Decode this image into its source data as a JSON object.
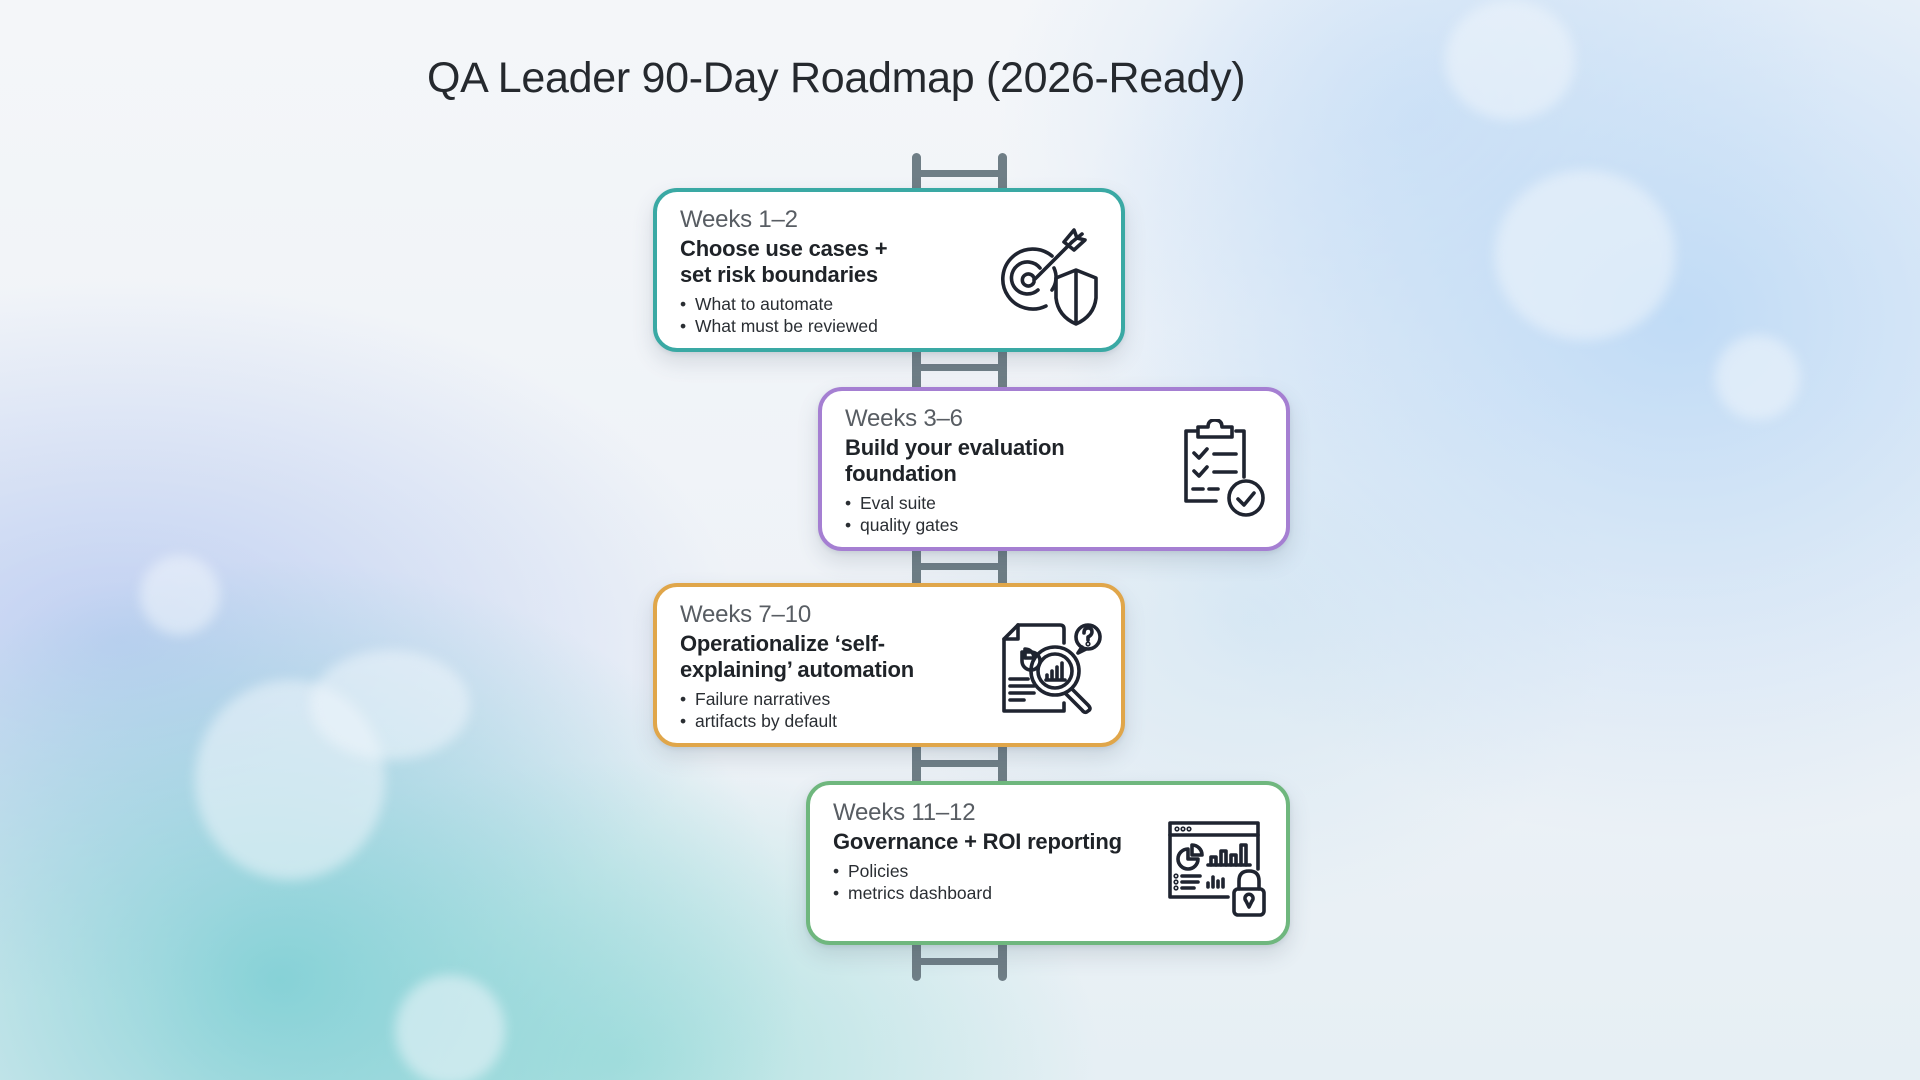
{
  "title": "QA Leader 90-Day Roadmap (2026-Ready)",
  "colors": {
    "teal": "#3aa9a4",
    "purple": "#a57fd2",
    "amber": "#e0a64a",
    "green": "#6fb77e",
    "ladder": "#6f7e86"
  },
  "steps": [
    {
      "weeks": "Weeks 1–2",
      "title_line1": "Choose use cases +",
      "title_line2": "set risk boundaries",
      "bullets": [
        "What to automate",
        "What must be reviewed"
      ],
      "icon": "target-shield-icon",
      "accent": "#3aa9a4"
    },
    {
      "weeks": "Weeks 3–6",
      "title_line1": "Build your evaluation",
      "title_line2": "foundation",
      "bullets": [
        "Eval suite",
        "quality gates"
      ],
      "icon": "clipboard-check-icon",
      "accent": "#a57fd2"
    },
    {
      "weeks": "Weeks 7–10",
      "title_line1": "Operationalize ‘self-",
      "title_line2": "explaining’ automation",
      "bullets": [
        "Failure narratives",
        "artifacts by default"
      ],
      "icon": "report-magnifier-icon",
      "accent": "#e0a64a"
    },
    {
      "weeks": "Weeks 11–12",
      "title_line1": "Governance + ROI reporting",
      "title_line2": "",
      "bullets": [
        "Policies",
        "metrics dashboard"
      ],
      "icon": "dashboard-lock-icon",
      "accent": "#6fb77e"
    }
  ]
}
